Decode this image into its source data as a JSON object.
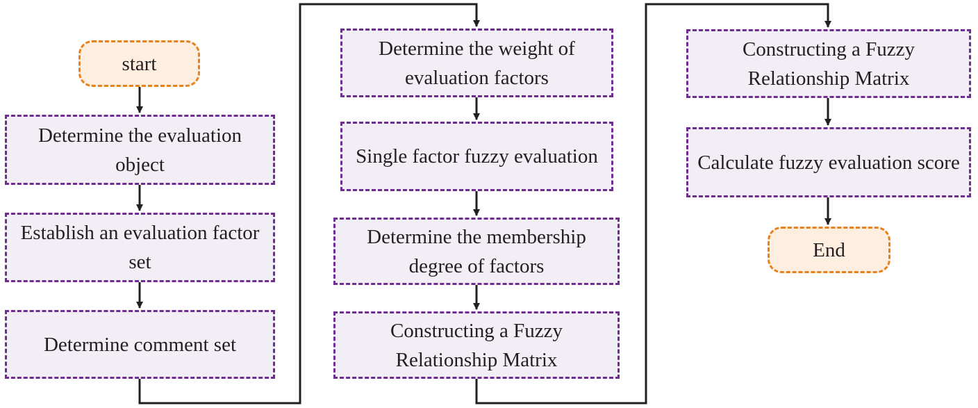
{
  "colors": {
    "step_border": "#6f2c91",
    "step_fill": "#f1eef6",
    "terminal_border": "#e8801c",
    "terminal_fill": "#fdeee0",
    "arrow": "#231f20"
  },
  "flowchart": {
    "start": "start",
    "column1": {
      "step1": "Determine the evaluation object",
      "step2": "Establish an evaluation factor set",
      "step3": "Determine comment set"
    },
    "column2": {
      "step1": "Determine the weight of evaluation factors",
      "step2": "Single factor fuzzy evaluation",
      "step3": "Determine the membership degree of factors",
      "step4": "Constructing a Fuzzy Relationship Matrix"
    },
    "column3": {
      "step1": "Constructing a Fuzzy Relationship Matrix",
      "step2": "Calculate fuzzy evaluation score"
    },
    "end": "End"
  }
}
